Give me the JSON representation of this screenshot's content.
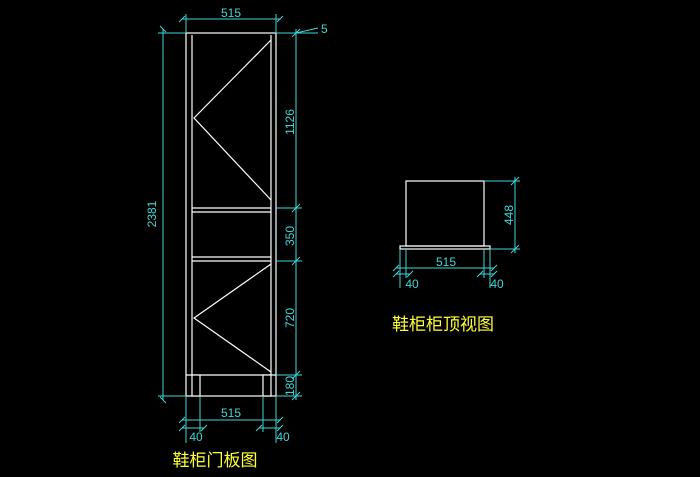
{
  "colors": {
    "background": "#000000",
    "outline": "#ffffff",
    "dimension": "#3fd6d6",
    "caption": "#ffff33"
  },
  "door_view": {
    "caption": "鞋柜门板图",
    "width_top": "515",
    "offset_right": "5",
    "height_total": "2381",
    "seg_upper": "1126",
    "seg_middle": "350",
    "seg_lower": "720",
    "seg_leg": "180",
    "width_bottom": "515",
    "leg_left": "40",
    "leg_right": "40"
  },
  "top_view": {
    "caption": "鞋柜柜顶视图",
    "depth": "448",
    "width": "515",
    "leg_left": "40",
    "leg_right": "40"
  }
}
